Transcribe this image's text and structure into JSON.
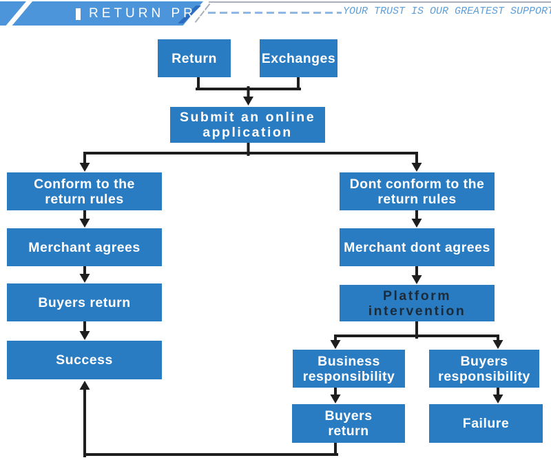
{
  "colors": {
    "box_blue": "#2a7cc2",
    "banner_blue": "#4d95db",
    "fold_blue": "#2b6cc0",
    "accent_light": "#8fb8e6",
    "tagline_blue": "#5e9fd8",
    "line_dark": "#1e1e1e",
    "dark_text": "#1c2b39"
  },
  "header": {
    "title": "RETURN PROCESS",
    "tagline": "YOUR TRUST IS OUR GREATEST SUPPORT"
  },
  "flowchart": {
    "nodes": [
      {
        "id": "return",
        "label": "Return"
      },
      {
        "id": "exchanges",
        "label": "Exchanges"
      },
      {
        "id": "submit",
        "label": "Submit an online\napplication"
      },
      {
        "id": "conform",
        "label": "Conform to the\nreturn rules"
      },
      {
        "id": "merchant-agrees",
        "label": "Merchant agrees"
      },
      {
        "id": "buyers-return",
        "label": "Buyers return"
      },
      {
        "id": "success",
        "label": "Success"
      },
      {
        "id": "dont-conform",
        "label": "Dont conform to the\nreturn rules"
      },
      {
        "id": "merchant-dont-agrees",
        "label": "Merchant dont agrees"
      },
      {
        "id": "platform",
        "label": "Platform\nintervention"
      },
      {
        "id": "business-resp",
        "label": "Business\nresponsibility"
      },
      {
        "id": "buyers-resp",
        "label": "Buyers\nresponsibility"
      },
      {
        "id": "buyers-return-2",
        "label": "Buyers\nreturn"
      },
      {
        "id": "failure",
        "label": "Failure"
      }
    ],
    "edges": [
      {
        "from": "return",
        "to": "submit"
      },
      {
        "from": "exchanges",
        "to": "submit"
      },
      {
        "from": "submit",
        "to": "conform"
      },
      {
        "from": "submit",
        "to": "dont-conform"
      },
      {
        "from": "conform",
        "to": "merchant-agrees"
      },
      {
        "from": "merchant-agrees",
        "to": "buyers-return"
      },
      {
        "from": "buyers-return",
        "to": "success"
      },
      {
        "from": "dont-conform",
        "to": "merchant-dont-agrees"
      },
      {
        "from": "merchant-dont-agrees",
        "to": "platform"
      },
      {
        "from": "platform",
        "to": "business-resp"
      },
      {
        "from": "platform",
        "to": "buyers-resp"
      },
      {
        "from": "business-resp",
        "to": "buyers-return-2"
      },
      {
        "from": "buyers-resp",
        "to": "failure"
      },
      {
        "from": "buyers-return-2",
        "to": "success"
      }
    ]
  }
}
